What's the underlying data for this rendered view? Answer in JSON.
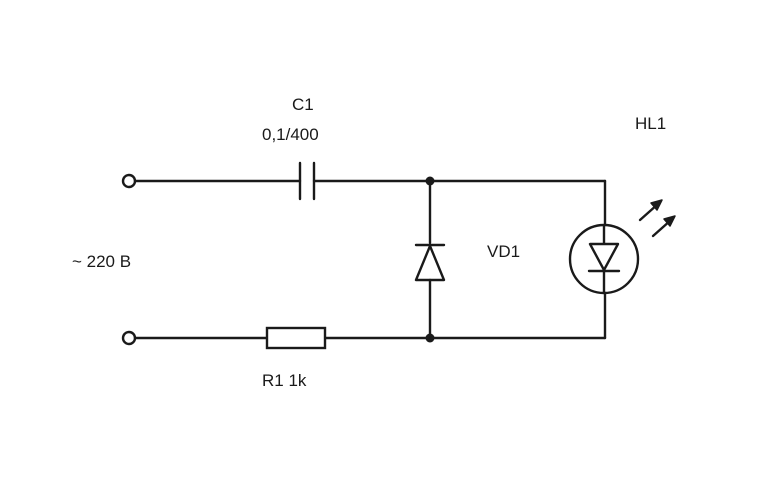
{
  "labels": {
    "c1_name": "C1",
    "c1_value": "0,1/400",
    "hl1": "HL1",
    "source": "~ 220 B",
    "vd1": "VD1",
    "r1": "R1 1k"
  },
  "colors": {
    "ink": "#1a1a1a",
    "background": "#ffffff"
  }
}
